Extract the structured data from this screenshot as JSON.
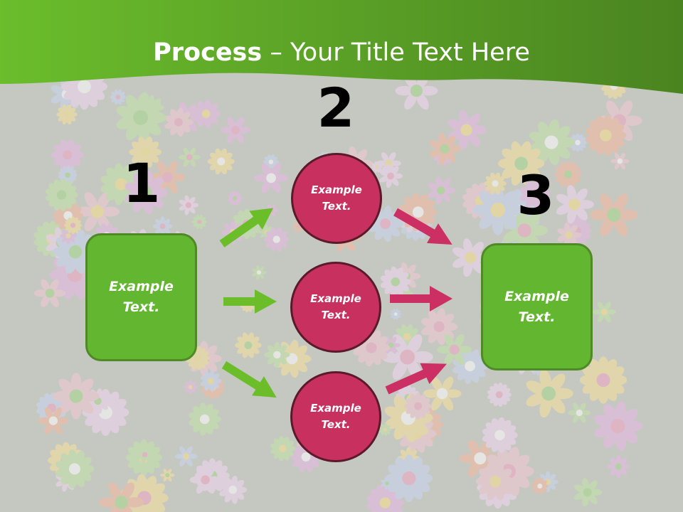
{
  "title": {
    "bold": "Process",
    "rest": " – Your Title Text Here"
  },
  "steps": {
    "one": "1",
    "two": "2",
    "three": "3"
  },
  "left_box": {
    "line1": "Example",
    "line2": "Text."
  },
  "right_box": {
    "line1": "Example",
    "line2": "Text."
  },
  "circles": [
    {
      "line1": "Example",
      "line2": "Text."
    },
    {
      "line1": "Example",
      "line2": "Text."
    },
    {
      "line1": "Example",
      "line2": "Text."
    }
  ],
  "colors": {
    "header_green": "#5aa52a",
    "box_green": "#62b630",
    "circle_pink": "#c8305f",
    "arrow_green": "#6cbd2a",
    "arrow_pink": "#cc2f63",
    "background": "#c5c8c0"
  }
}
